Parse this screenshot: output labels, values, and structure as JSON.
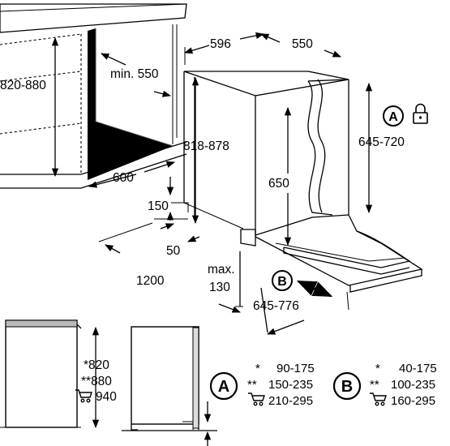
{
  "dimensions": {
    "depth_top": "596",
    "width_top": "550",
    "niche_height": "820-880",
    "min_depth": "min. 550",
    "appliance_height": "818-878",
    "niche_width": "600",
    "door_height_range": "645-720",
    "inner_height": "650",
    "plinth_150": "150",
    "plinth_50": "50",
    "door_opening": "1200",
    "max_130": "max.\n130",
    "max_label": "max.",
    "max_value": "130",
    "door_travel": "645-776"
  },
  "callouts": {
    "a": "A",
    "b": "B"
  },
  "side_heights": {
    "row1": "*820",
    "row2": "**880",
    "row3": "940"
  },
  "table_a": {
    "label": "A",
    "rows": [
      {
        "mark": "*",
        "value": "90-175"
      },
      {
        "mark": "**",
        "value": "150-235"
      },
      {
        "mark": "cart",
        "value": "210-295"
      }
    ]
  },
  "table_b": {
    "label": "B",
    "rows": [
      {
        "mark": "*",
        "value": "40-175"
      },
      {
        "mark": "**",
        "value": "100-235"
      },
      {
        "mark": "cart",
        "value": "160-295"
      }
    ]
  }
}
